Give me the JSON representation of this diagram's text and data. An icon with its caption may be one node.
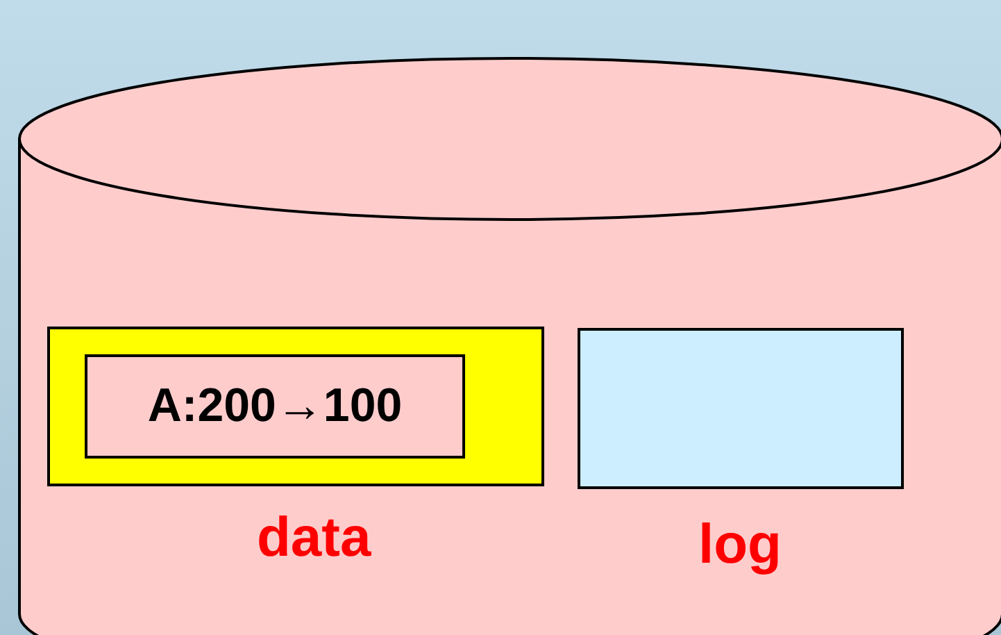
{
  "diagram": {
    "nodes": [
      {
        "text": [],
        "shape": "cylinder"
      },
      {
        "text": [
          "data"
        ],
        "in": 0
      },
      {
        "text": [
          "A:200→100"
        ],
        "in": 1
      },
      {
        "text": [
          "log"
        ],
        "in": 0
      }
    ]
  }
}
